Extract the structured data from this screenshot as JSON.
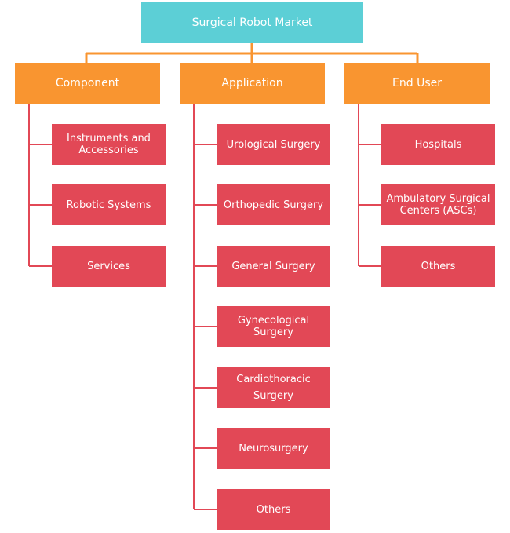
{
  "root": {
    "label": "Surgical Robot Market"
  },
  "categories": [
    {
      "label": "Component",
      "items": [
        "Instruments and Accessories",
        "Robotic Systems",
        "Services"
      ]
    },
    {
      "label": "Application",
      "items": [
        "Urological Surgery",
        "Orthopedic Surgery",
        "General Surgery",
        "Gynecological Surgery",
        "Cardiothoracic Surgery",
        "Neurosurgery",
        "Others"
      ]
    },
    {
      "label": "End User",
      "items": [
        "Hospitals",
        "Ambulatory Surgical Centers (ASCs)",
        "Others"
      ]
    }
  ],
  "colors": {
    "root": "#5ccfd6",
    "category": "#f99530",
    "leaf": "#e24856",
    "root_connector": "#f99530",
    "leaf_connector": "#e24856"
  }
}
